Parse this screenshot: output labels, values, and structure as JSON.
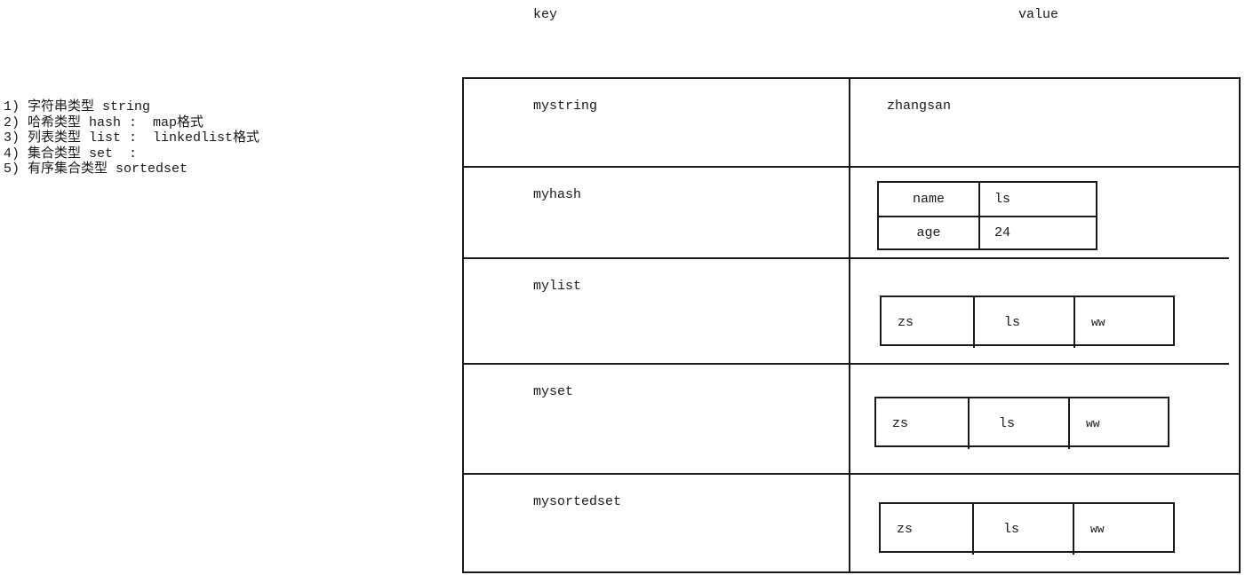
{
  "legend": {
    "lines": [
      "1) 字符串类型 string",
      "2) 哈希类型 hash :  map格式",
      "3) 列表类型 list :  linkedlist格式",
      "4) 集合类型 set  :",
      "5) 有序集合类型 sortedset"
    ]
  },
  "captions": {
    "key": "key",
    "value": "value"
  },
  "table": {
    "rows": [
      {
        "key": "mystring",
        "value_kind": "text",
        "value_text": "zhangsan"
      },
      {
        "key": "myhash",
        "value_kind": "hash",
        "pairs": [
          {
            "field": "name",
            "value": "ls"
          },
          {
            "field": "age",
            "value": "24"
          }
        ]
      },
      {
        "key": "mylist",
        "value_kind": "sequence",
        "items": [
          "zs",
          "ls",
          "ww"
        ]
      },
      {
        "key": "myset",
        "value_kind": "sequence",
        "items": [
          "zs",
          "ls",
          "ww"
        ]
      },
      {
        "key": "mysortedset",
        "value_kind": "sequence",
        "items": [
          "zs",
          "ls",
          "ww"
        ]
      }
    ]
  },
  "colors": {
    "ink": "#1a1a1a",
    "background": "#ffffff"
  }
}
